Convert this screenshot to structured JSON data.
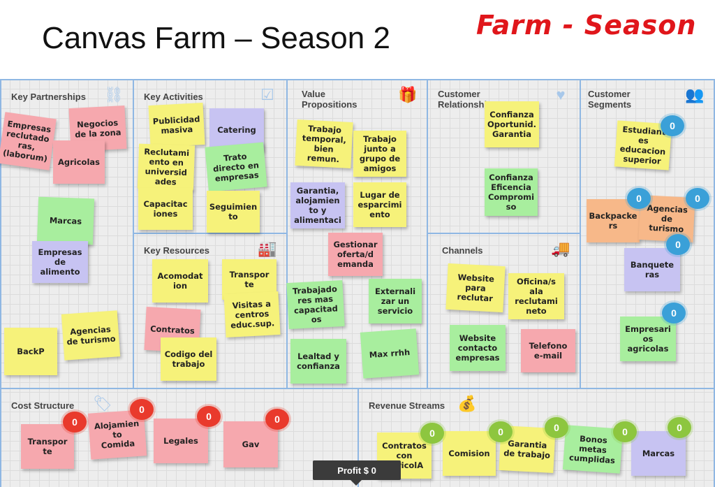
{
  "title": "Canvas Farm – Season  2",
  "brand": "Farm - Season",
  "sections": {
    "key_partnerships": "Key Partnerships",
    "key_activities": "Key Activities",
    "key_resources": "Key Resources",
    "value_propositions": "Value\nPropositions",
    "customer_relationships": "Customer\nRelationships",
    "channels": "Channels",
    "customer_segments": "Customer\nSegments",
    "cost_structure": "Cost Structure",
    "revenue_streams": "Revenue Streams"
  },
  "notes": {
    "kp": [
      "Empresas\nreclutado\nras,\n(laborum)",
      "Negocios\nde la zona",
      "Agricolas",
      "Marcas",
      "Empresas\nde\nalimento",
      "BackP",
      "Agencias\nde turismo"
    ],
    "ka": [
      "Publicidad\nmasiva",
      "Catering",
      "Reclutami\nento en\nuniversid\nades",
      "Trato\ndirecto en\nempresas",
      "Capacitac\niones",
      "Seguimien\nto"
    ],
    "kr": [
      "Acomodat\nion",
      "Transpor\nte",
      "Visitas a\ncentros\neduc.sup.",
      "Contratos",
      "Codigo del\ntrabajo"
    ],
    "vp": [
      "Trabajo\ntemporal,\nbien\nremun.",
      "Trabajo\njunto a\ngrupo de\namigos",
      "Garantia,\nalojamien\nto y\nalimentaci",
      "Lugar de\nesparcimi\nento",
      "Gestionar\noferta/d\nemanda",
      "Trabajado\nres mas\ncapacitad\nos",
      "Externali\nzar un\nservicio",
      "Lealtad y\nconfianza",
      "Max rrhh"
    ],
    "cr": [
      "Confianza\nOportunid.\nGarantia",
      "Confianza\nEficencia\nCompromi\nso"
    ],
    "ch": [
      "Website\npara\nreclutar",
      "Oficina/s\nala\nreclutami\nneto",
      "Website\ncontacto\nempresas",
      "Telefono\ne-mail"
    ],
    "cs": [
      "Estudiant\nes\neducacion\nsuperior",
      "Backpacke\nrs",
      "Agencias\nde turismo",
      "Banquete\nras",
      "Empresari\nos\nagricolas"
    ],
    "cost": [
      "Transpor\nte",
      "Alojamien\nto\nComida",
      "Legales",
      "Gav"
    ],
    "rev": [
      "Contratos\ncon\nAgricolA",
      "Comision",
      "Garantia\nde trabajo",
      "Bonos\nmetas\ncumplidas",
      "Marcas"
    ]
  },
  "badge_value": "0",
  "profit": "Profit $ 0",
  "colors": {
    "brand": "#e0161b",
    "border": "#8fb7e3",
    "yellow": "#f6f27a",
    "pink": "#f6a8ae",
    "green": "#a8ee9e",
    "violet": "#c7c3f2",
    "orange": "#f7b889"
  },
  "icons": [
    "link-icon",
    "checkbox-icon",
    "gift-icon",
    "heart-icon",
    "people-icon",
    "factory-icon",
    "truck-icon",
    "tag-icon",
    "money-bag-icon"
  ]
}
